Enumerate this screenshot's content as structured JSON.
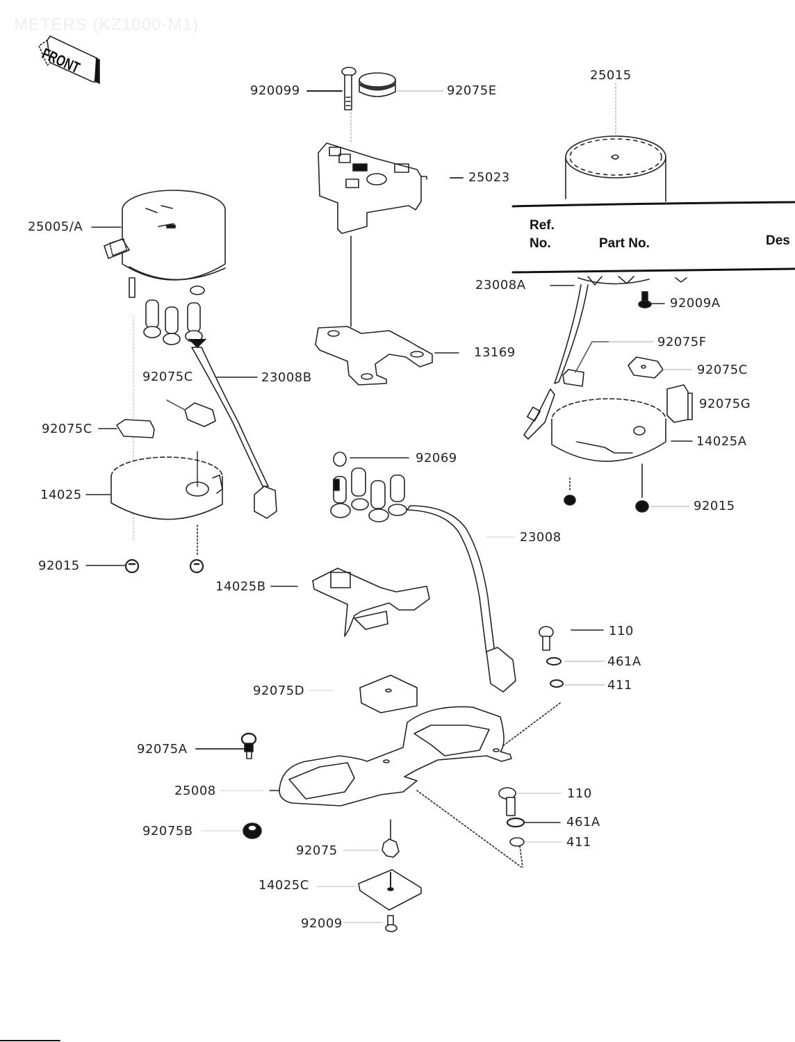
{
  "title": "METERS (KZ1000-M1)",
  "front_marker": "FRONT",
  "table_header": {
    "ref_line1": "Ref.",
    "ref_line2": "No.",
    "part_no": "Part No.",
    "description": "Des"
  },
  "callouts": {
    "c920099": "920099",
    "c92075E": "92075E",
    "c25015": "25015",
    "c25023": "25023",
    "c25005A": "25005/A",
    "c23008A": "23008A",
    "c92009A": "92009A",
    "c13169": "13169",
    "c92075F": "92075F",
    "c92075C_r": "92075C",
    "c92075G": "92075G",
    "c14025A": "14025A",
    "c92075C_l1": "92075C",
    "c23008B": "23008B",
    "c92075C_l2": "92075C",
    "c14025": "14025",
    "c92069": "92069",
    "c92015_r": "92015",
    "c23008": "23008",
    "c92015_l": "92015",
    "c14025B": "14025B",
    "c110_a": "110",
    "c461A_a": "461A",
    "c411_a": "411",
    "c92075D": "92075D",
    "c92075A": "92075A",
    "c25008": "25008",
    "c92075B": "92075B",
    "c110_b": "110",
    "c461A_b": "461A",
    "c411_b": "411",
    "c92075": "92075",
    "c14025C": "14025C",
    "c92009": "92009"
  }
}
